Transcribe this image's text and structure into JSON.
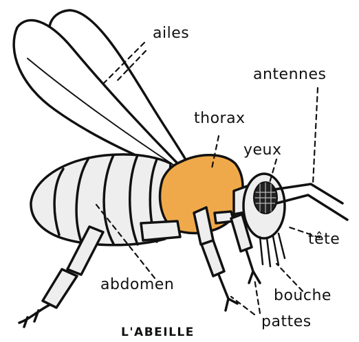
{
  "title": "L'ABEILLE",
  "labels": {
    "ailes": "ailes",
    "antennes": "antennes",
    "thorax": "thorax",
    "yeux": "yeux",
    "tete": "tête",
    "abdomen": "abdomen",
    "bouche": "bouche",
    "pattes": "pattes"
  },
  "colors": {
    "thorax_fill": "#f0a94a",
    "body_fill": "#eeeeee",
    "outline": "#111111"
  }
}
